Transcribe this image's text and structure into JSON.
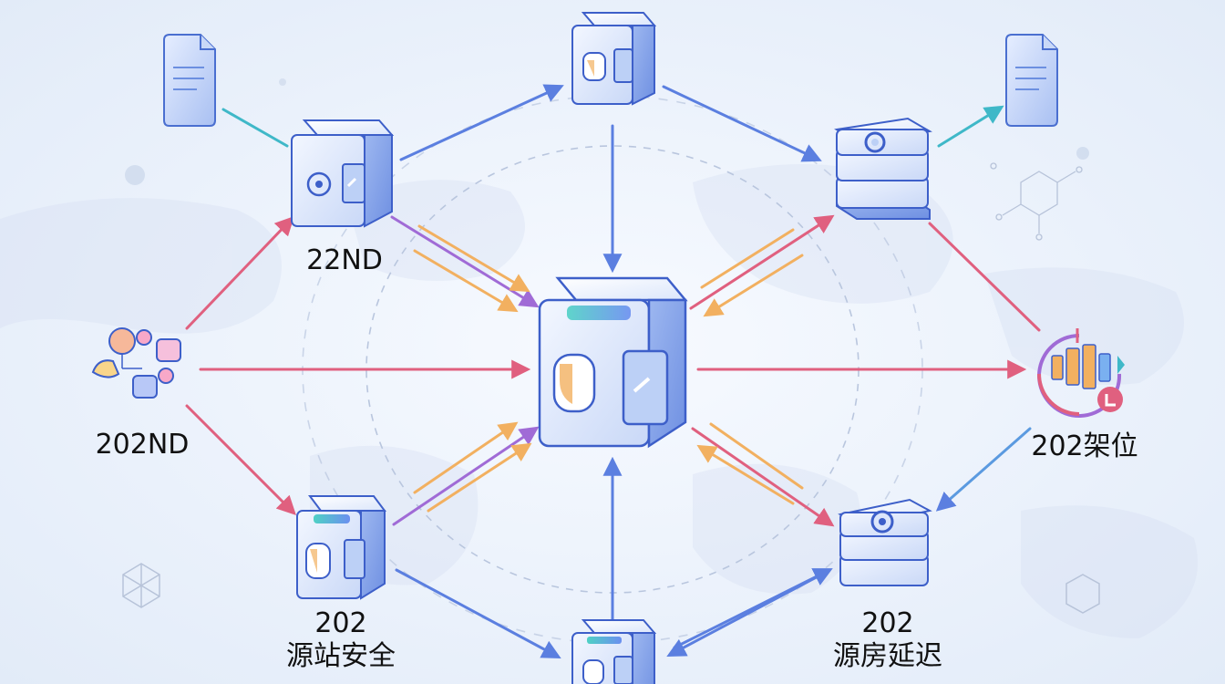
{
  "diagram": {
    "nodes": [
      {
        "id": "top-box",
        "label_lines": [],
        "icon": "shield-cube-icon"
      },
      {
        "id": "upper-left-box",
        "label_lines": [
          "22ND"
        ],
        "icon": "gear-cube-icon"
      },
      {
        "id": "upper-right-server",
        "label_lines": [],
        "icon": "server-stack-icon"
      },
      {
        "id": "central-box",
        "label_lines": [],
        "icon": "shield-cube-icon"
      },
      {
        "id": "left-cluster",
        "label_lines": [
          "202ND"
        ],
        "icon": "cluster-icon"
      },
      {
        "id": "right-gauge",
        "label_lines": [
          "202架位"
        ],
        "icon": "gauge-icon"
      },
      {
        "id": "lower-left-box",
        "label_lines": [
          "202",
          "源站安全"
        ],
        "icon": "shield-cube-icon"
      },
      {
        "id": "lower-right-server",
        "label_lines": [
          "202",
          "源房延迟"
        ],
        "icon": "server-stack-icon"
      },
      {
        "id": "bottom-box",
        "label_lines": [],
        "icon": "shield-cube-icon"
      },
      {
        "id": "doc-left",
        "label_lines": [],
        "icon": "document-icon"
      },
      {
        "id": "doc-right",
        "label_lines": [],
        "icon": "document-icon"
      }
    ],
    "colors": {
      "blue": "#5b7fe0",
      "pink": "#e0607f",
      "orange": "#f2b060",
      "purple": "#a06bd6",
      "teal": "#3fb8c8",
      "cube-face": "#dfe8fb",
      "cube-edge": "#3d5fc9"
    }
  }
}
